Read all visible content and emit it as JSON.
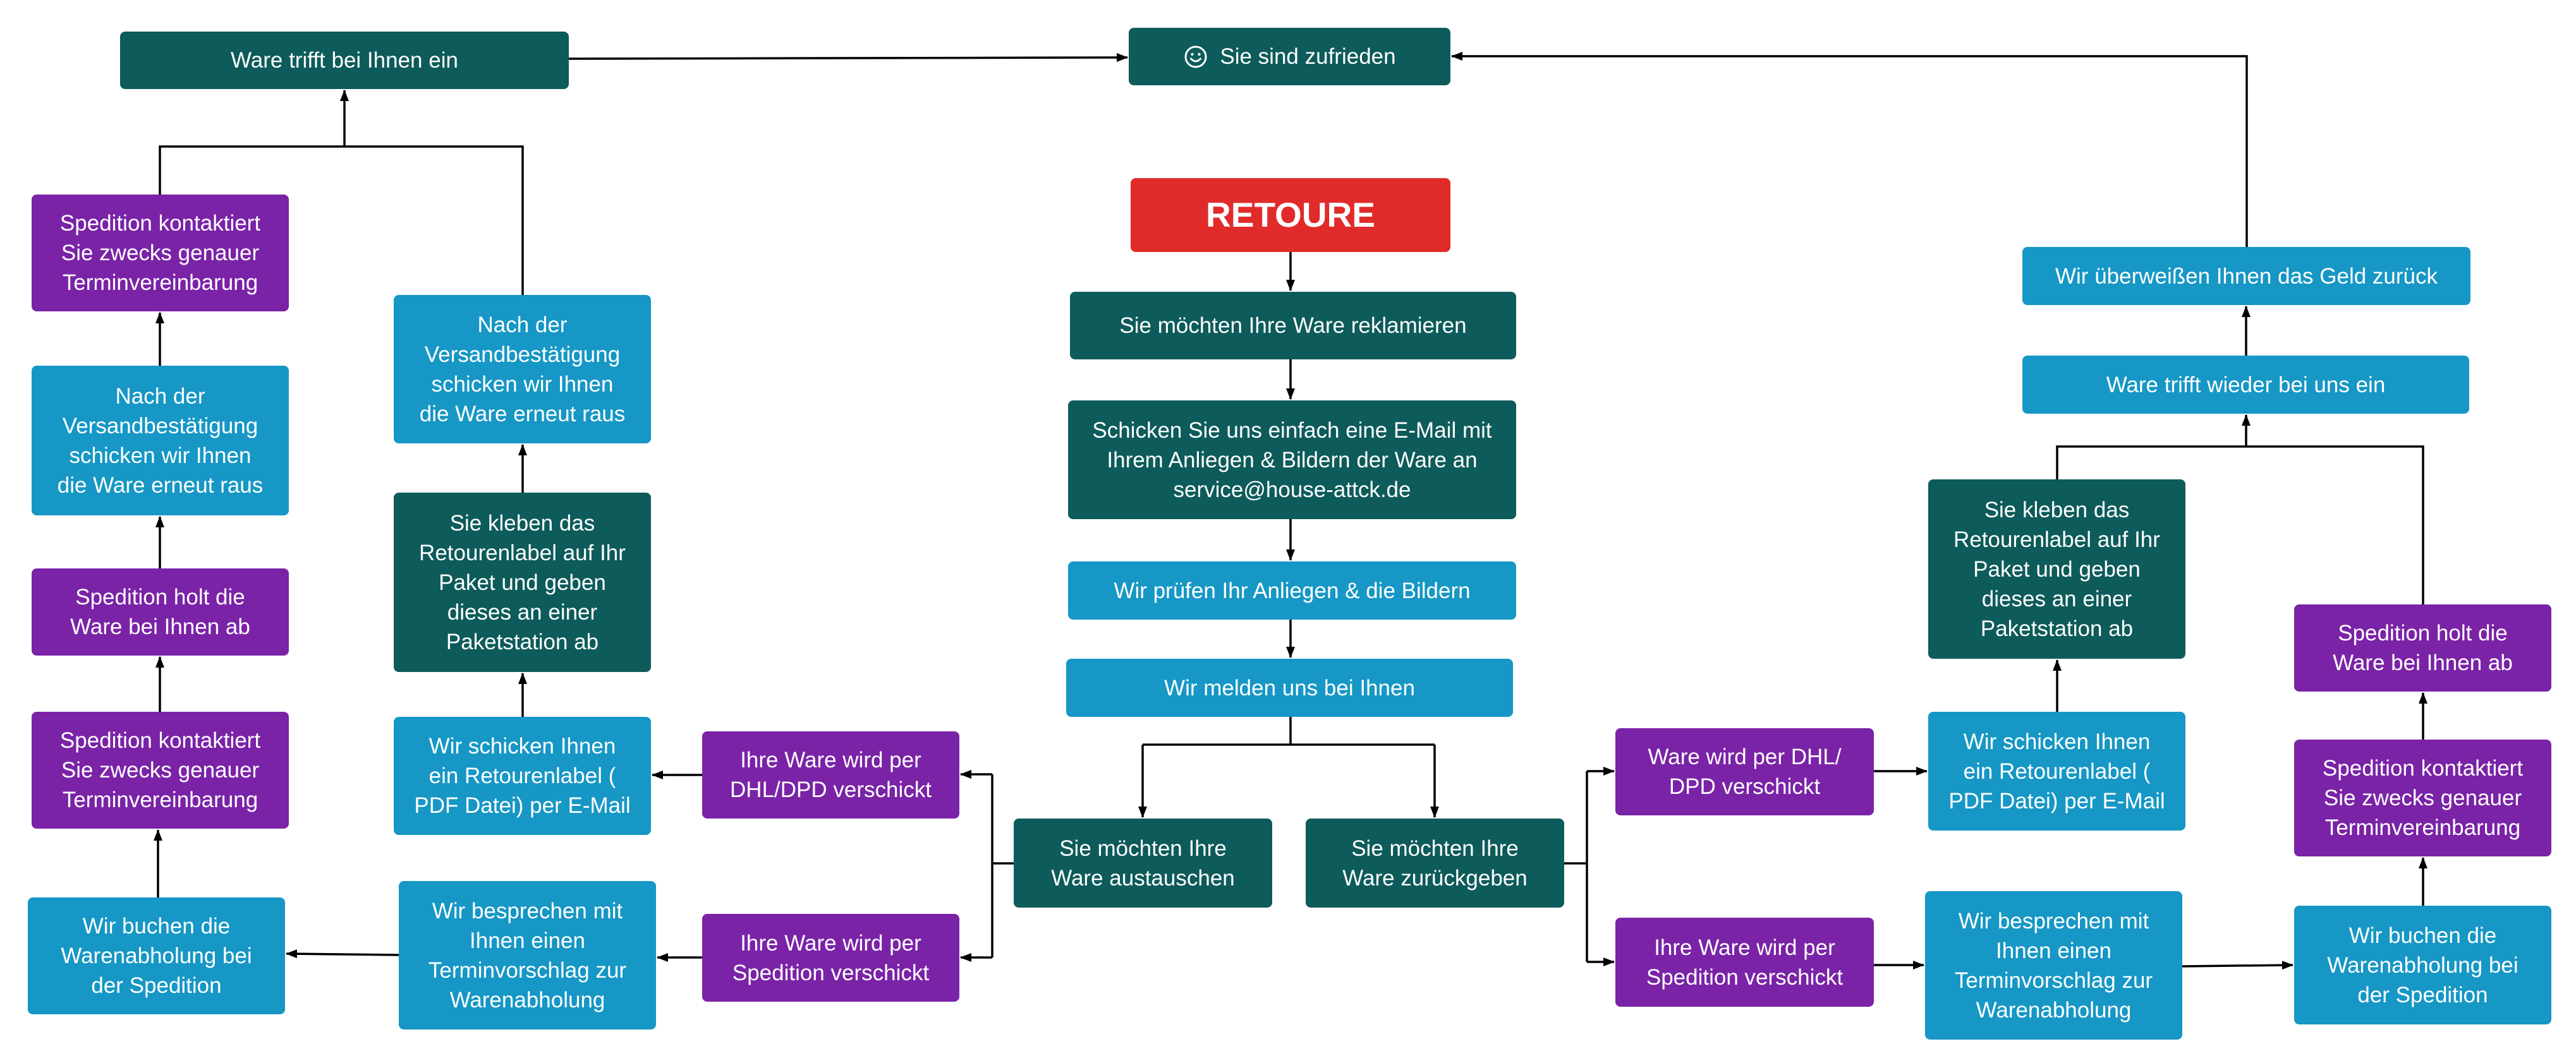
{
  "title": "RETOURE",
  "outcome": {
    "arrival": "Ware trifft bei Ihnen ein",
    "satisfied": "Sie sind zufrieden",
    "satisfied_icon": "smiley-icon"
  },
  "process": {
    "complaint": "Sie möchten Ihre Ware reklamieren",
    "email": "Schicken Sie uns einfach eine E-Mail mit\nIhrem Anliegen & Bildern der Ware an\nservice@house-attck.de",
    "review": "Wir prüfen Ihr Anliegen & die Bildern",
    "contact": "Wir melden uns bei Ihnen",
    "exchange": "Sie möchten Ihre\nWare austauschen",
    "return": "Sie möchten Ihre\nWare zurückgeben"
  },
  "exchange_branch": {
    "ship_parcel": "Ihre Ware wird per\nDHL/DPD verschickt",
    "ship_freight": "Ihre Ware wird per\nSpedition verschickt",
    "label_email": "Wir schicken Ihnen\nein Retourenlabel (\nPDF Datei) per E-Mail",
    "drop_off": "Sie kleben das\nRetourenlabel auf Ihr\nPaket und geben\ndieses an einer\nPaketstation ab",
    "resend_after_parcel": "Nach der\nVersandbestätigung\nschicken wir Ihnen\ndie Ware erneut raus",
    "schedule": "Wir besprechen mit\nIhnen einen\nTerminvorschlag zur\nWarenabholung",
    "booking": "Wir buchen die\nWarenabholung bei\nder Spedition",
    "carrier_contact": "Spedition kontaktiert\nSie zwecks genauer\nTerminvereinbarung",
    "pickup": "Spedition holt die\nWare bei Ihnen ab",
    "resend_after_pickup": "Nach der\nVersandbestätigung\nschicken wir Ihnen\ndie Ware erneut raus",
    "carrier_delivery_contact": "Spedition kontaktiert\nSie zwecks genauer\nTerminvereinbarung"
  },
  "return_branch": {
    "ship_parcel": "Ware wird per DHL/\nDPD verschickt",
    "ship_freight": "Ihre Ware wird per\nSpedition verschickt",
    "label_email": "Wir schicken Ihnen\nein Retourenlabel (\nPDF Datei) per E-Mail",
    "drop_off": "Sie kleben das\nRetourenlabel auf Ihr\nPaket und geben\ndieses an einer\nPaketstation ab",
    "arrived_back": "Ware trifft wieder bei uns ein",
    "refund": "Wir überweißen Ihnen das Geld zurück",
    "schedule": "Wir besprechen mit\nIhnen einen\nTerminvorschlag zur\nWarenabholung",
    "booking": "Wir buchen die\nWarenabholung bei\nder Spedition",
    "carrier_contact": "Spedition kontaktiert\nSie zwecks genauer\nTerminvereinbarung",
    "pickup": "Spedition holt die\nWare bei Ihnen ab"
  },
  "colors": {
    "dark": "#0d5b5a",
    "blue": "#1697c5",
    "purple": "#7a23a7",
    "red": "#e12b2b",
    "text": "#ffffff",
    "line": "#000000"
  }
}
